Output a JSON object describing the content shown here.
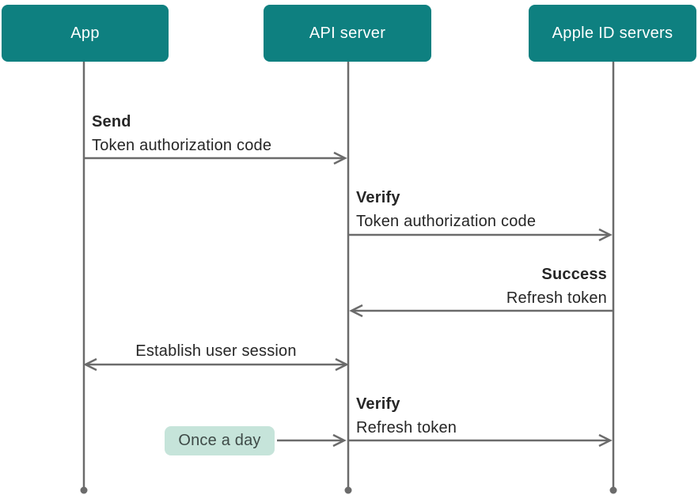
{
  "diagram": {
    "type": "sequence-diagram",
    "actors": [
      {
        "label": "App"
      },
      {
        "label": "API server"
      },
      {
        "label": "Apple ID servers"
      }
    ],
    "messages": [
      {
        "title": "Send",
        "subtitle": "Token authorization code",
        "from": "App",
        "to": "API server",
        "arrow": "right"
      },
      {
        "title": "Verify",
        "subtitle": "Token authorization code",
        "from": "API server",
        "to": "Apple ID servers",
        "arrow": "right"
      },
      {
        "title": "Success",
        "subtitle": "Refresh token",
        "from": "Apple ID servers",
        "to": "API server",
        "arrow": "left"
      },
      {
        "title": "Establish user session",
        "from": "App",
        "to": "API server",
        "arrow": "both"
      },
      {
        "title": "Verify",
        "subtitle": "Refresh token",
        "from": "API server",
        "to": "Apple ID servers",
        "arrow": "right",
        "annotation": "Once a day"
      }
    ],
    "note": {
      "label": "Once a day"
    },
    "colors": {
      "actor_bg": "#0e8080",
      "actor_text": "#ffffff",
      "note_bg": "#c6e4da",
      "note_text": "#3e4a47",
      "line": "#6b6b6b",
      "text": "#262626"
    }
  }
}
